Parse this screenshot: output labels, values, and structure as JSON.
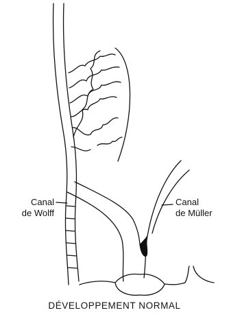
{
  "labels": {
    "wolff": [
      "Canal",
      "de Wolff"
    ],
    "muller": [
      "Canal",
      "de Müller"
    ]
  },
  "caption": "DÉVELOPPEMENT NORMAL",
  "colors": {
    "ink": "#111111",
    "background": "#ffffff"
  }
}
